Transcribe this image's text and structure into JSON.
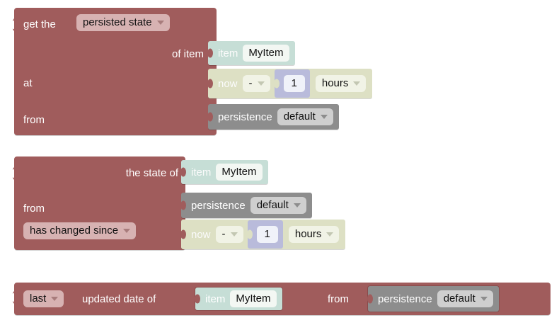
{
  "app": {
    "name": "blockly-workspace",
    "background": "#ffffff"
  },
  "palette": {
    "block_red": "#a05c5c",
    "block_teal": "#c6ded6",
    "block_olive": "#dde0c4",
    "block_grey": "#8d8d8d",
    "block_lavender": "#b9bbdb",
    "dropdown_on_red": "#d7b2b2",
    "field_light": "#f3f7f3",
    "label_text": "#ffffff",
    "field_text": "#111111"
  },
  "blocks": [
    {
      "id": "get-persisted-state",
      "kind": "value-block",
      "rows": [
        {
          "prefix_label": "get the",
          "dropdown": {
            "value": "persisted state",
            "icon": "chevron-down-icon"
          }
        },
        {
          "label": "of item",
          "slot": {
            "kind": "item-block",
            "color": "teal",
            "label": "item",
            "field": "MyItem"
          }
        },
        {
          "label": "at",
          "slot": {
            "kind": "datetime-offset-block",
            "color": "olive",
            "label": "now",
            "operator": {
              "value": "-",
              "icon": "chevron-down-icon"
            },
            "amount": {
              "kind": "number-block",
              "color": "lavender",
              "value": "1"
            },
            "unit": {
              "value": "hours",
              "icon": "chevron-down-icon"
            }
          }
        },
        {
          "label": "from",
          "slot": {
            "kind": "persistence-block",
            "color": "grey",
            "label": "persistence",
            "dropdown": {
              "value": "default",
              "icon": "chevron-down-icon"
            }
          }
        }
      ]
    },
    {
      "id": "state-has-changed-since",
      "kind": "value-block",
      "rows": [
        {
          "label": "the state of",
          "slot": {
            "kind": "item-block",
            "color": "teal",
            "label": "item",
            "field": "MyItem"
          }
        },
        {
          "label": "from",
          "slot": {
            "kind": "persistence-block",
            "color": "grey",
            "label": "persistence",
            "dropdown": {
              "value": "default",
              "icon": "chevron-down-icon"
            }
          }
        },
        {
          "dropdown": {
            "value": "has changed since",
            "icon": "chevron-down-icon"
          },
          "slot": {
            "kind": "datetime-offset-block",
            "color": "olive",
            "label": "now",
            "operator": {
              "value": "-",
              "icon": "chevron-down-icon"
            },
            "amount": {
              "kind": "number-block",
              "color": "lavender",
              "value": "1"
            },
            "unit": {
              "value": "hours",
              "icon": "chevron-down-icon"
            }
          }
        }
      ]
    },
    {
      "id": "last-updated-date-of",
      "kind": "value-block",
      "inline": true,
      "row": {
        "dropdown": {
          "value": "last",
          "icon": "chevron-down-icon"
        },
        "label": "updated date of",
        "item_slot": {
          "kind": "item-block",
          "color": "teal",
          "label": "item",
          "field": "MyItem"
        },
        "from_label": "from",
        "persistence_slot": {
          "kind": "persistence-block",
          "color": "grey",
          "label": "persistence",
          "dropdown": {
            "value": "default",
            "icon": "chevron-down-icon"
          }
        }
      }
    }
  ]
}
